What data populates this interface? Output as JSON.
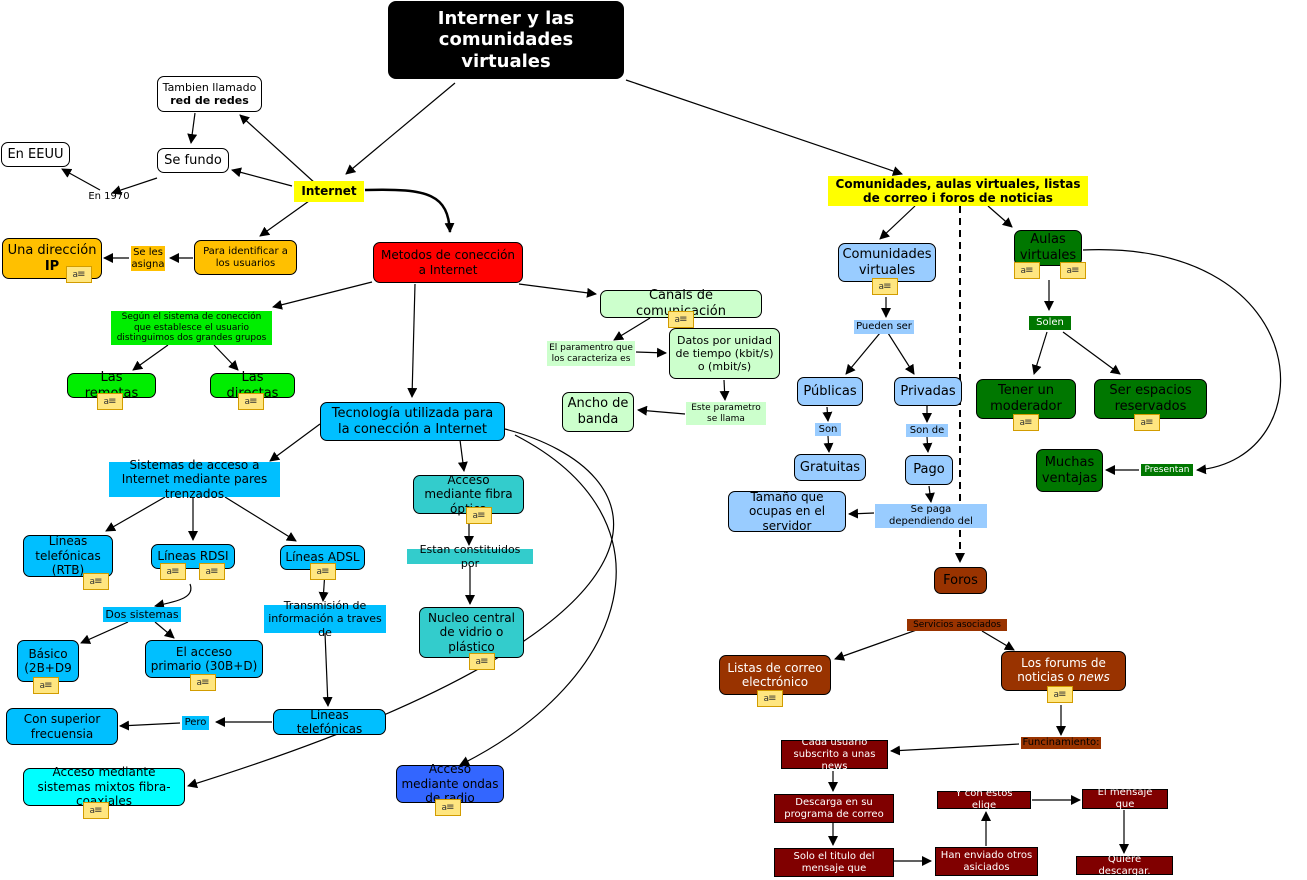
{
  "title": "Interner y las comunidades virtuales",
  "nodes": {
    "internet": "Internet",
    "tambien_1": "Tambien llamado",
    "tambien_2": "red de redes",
    "se_fundo": "Se fundo",
    "en_eeuu": "En EEUU",
    "en_1970": "En 1970",
    "direccion_1": "Una dirección",
    "direccion_2": "IP",
    "se_les": "Se les asigna",
    "para_identificar": "Para identificar a los usuarios",
    "metodos": "Metodos de conección a Internet",
    "segun": "Según el sistema de conección que establesce el usuario distinguimos dos grandes grupos",
    "remotas": "Las remotas",
    "directas": "Las directas",
    "canals": "Canals de comunicación",
    "parametro": "El paramentro que los caracteriza es",
    "datos": "Datos por unidad de tiempo (kbit/s) o (mbit/s)",
    "este_parametro": "Este parametro se llama",
    "ancho": "Ancho de banda",
    "tecnologia": "Tecnología utilizada para la conección a Internet",
    "sistemas_acceso": "Sistemas de acceso a Internet mediante pares trenzados",
    "lineas_telefonicas_rtb": "Líneas telefónicas (RTB)",
    "rdsi": "Líneas RDSI",
    "adsl": "Líneas ADSL",
    "dos_sistemas": "Dos sistemas",
    "basico": "Básico (2B+D9",
    "primario": "El acceso primario (30B+D)",
    "transmision": "Transmisión de información a traves de",
    "lineas_tel": "Líneas telefónicas",
    "pero": "Pero",
    "superior": "Con superior frecuensia",
    "fibra": "Acceso mediante fibra óptica",
    "constituidos": "Estan constituidos por",
    "nucleo": "Nucleo central de vidrio o plástico",
    "mixtos": "Acceso mediante sistemas mixtos fibra-coaxiales",
    "radio": "Acceso mediante ondas de radio",
    "comunidades_aulas": "Comunidades, aulas virtuales, listas de correo i foros de noticias",
    "com_virtuales": "Comunidades virtuales",
    "pueden_ser": "Pueden ser",
    "publicas": "Públicas",
    "privadas": "Privadas",
    "son": "Son",
    "gratuitas": "Gratuitas",
    "son_de": "Son de",
    "pago": "Pago",
    "se_paga": "Se paga dependiendo del",
    "tamano": "Tamaño que ocupas en el servidor",
    "aulas": "Aulas virtuales",
    "solen": "Solen",
    "moderador": "Tener un moderador",
    "espacios": "Ser espacios reservados",
    "muchas": "Muchas ventajas",
    "presentan": "Presentan",
    "foros": "Foros",
    "servicios": "Servicios asociados",
    "listas": "Listas de correo electrónico",
    "forums_1": "Los forums de noticias o",
    "forums_2": "news",
    "funcionamiento": "Funcinamiento:",
    "cada_usuario": "Cada usuario subscrito a unas news",
    "descarga": "Descarga en su programa de correo",
    "solo_titulo": "Solo el titulo del mensaje que",
    "han_enviado": "Han enviado otros asiciados",
    "con_estos": "Y con estos elige",
    "el_mensaje": "El mensaje que",
    "quiere": "Quiere descargar."
  },
  "icon_glyph": "a",
  "colors": {
    "title": "#000000",
    "internet_highlight": "#ffff00",
    "orange": "#ffc000",
    "red": "#ff0000",
    "green": "#00ee00",
    "light_green": "#ccffcc",
    "blue": "#00bfff",
    "teal": "#33cccc",
    "cyan": "#00ffff",
    "royal_blue": "#3366ff",
    "light_blue": "#99ccff",
    "dark_green": "#007700",
    "brown": "#993300",
    "maroon": "#800000"
  }
}
